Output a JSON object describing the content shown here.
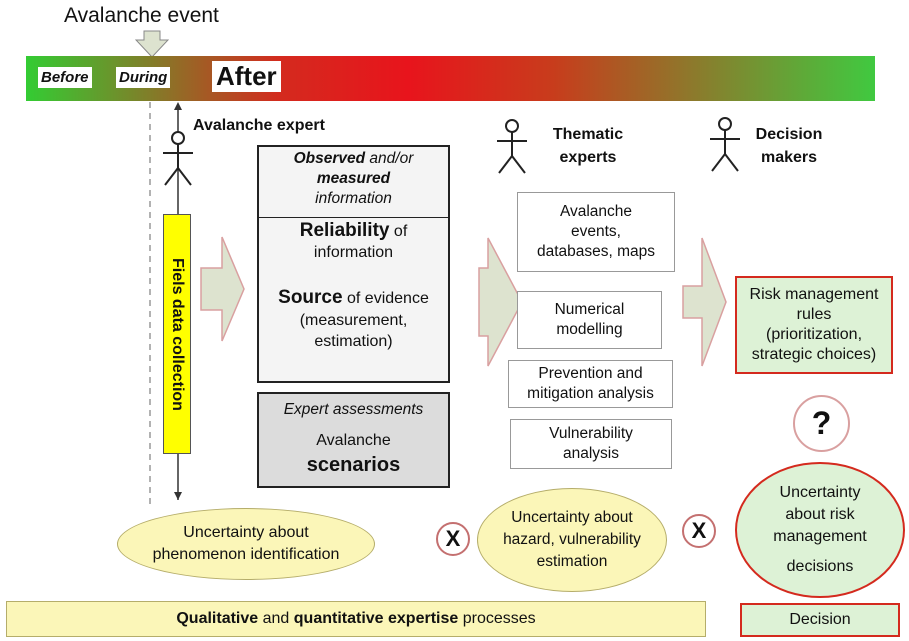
{
  "header": {
    "event_label": "Avalanche event"
  },
  "timeline": {
    "before": "Before",
    "during": "During",
    "after": "After"
  },
  "actors": {
    "avalanche_expert": "Avalanche expert",
    "thematic_line1": "Thematic",
    "thematic_line2": "experts",
    "decision_line1": "Decision",
    "decision_line2": "makers"
  },
  "field_collection": "Fiels data collection",
  "info_box": {
    "observed": "Observed",
    "andor": " and/or",
    "measured": "measured",
    "information": "information",
    "reliability": "Reliability",
    "of": " of",
    "information2": "information",
    "source": "Source",
    "of_evidence": " of evidence",
    "measurement": "(measurement,",
    "estimation": "estimation)"
  },
  "scenario_box": {
    "expert": "Expert assessments",
    "avalanche": "Avalanche",
    "scenarios": "scenarios"
  },
  "thematic_boxes": [
    {
      "line1": "Avalanche",
      "line2": "events,",
      "line3": "databases, maps"
    },
    {
      "line1": "Numerical",
      "line2": "modelling"
    },
    {
      "line1": "Prevention and",
      "line2": "mitigation analysis"
    },
    {
      "line1": "Vulnerability",
      "line2": "analysis"
    }
  ],
  "risk_box": {
    "line1": "Risk management",
    "line2": "rules",
    "line3": "(prioritization,",
    "line4": "strategic choices)"
  },
  "question": "?",
  "uncertainty": {
    "phenomenon_l1": "Uncertainty  about",
    "phenomenon_l2": "phenomenon identification",
    "hazard_l1": "Uncertainty about",
    "hazard_l2": "hazard, vulnerability",
    "hazard_l3": "estimation",
    "risk_l1": "Uncertainty",
    "risk_l2": "about risk",
    "risk_l3": "management",
    "risk_l4": "decisions"
  },
  "x_mark": "X",
  "bottom": {
    "qualitative": "Qualitative",
    "and": " and ",
    "quantitative": "quantitative expertise",
    "processes": " processes"
  },
  "decision": "Decision",
  "colors": {
    "red": "#d42a1e",
    "green": "#33cc33",
    "yellow": "#ffff00",
    "oval": "#fbf6b8",
    "arrow": "#dde3cf",
    "arrow_border": "#d9a0a0"
  }
}
